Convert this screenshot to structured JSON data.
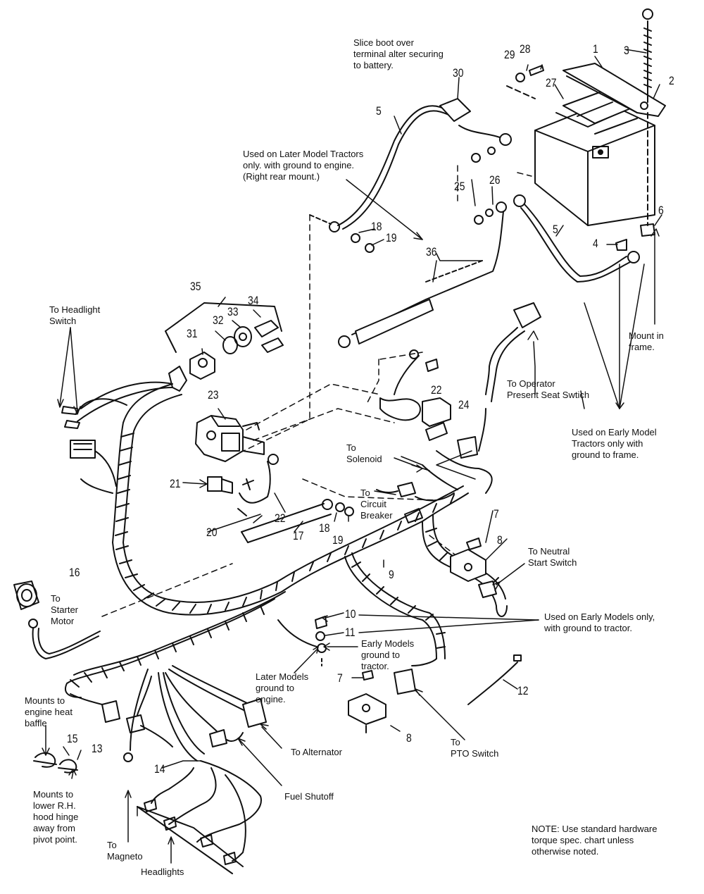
{
  "notes": {
    "slice_boot": "Slice boot over\nterminal alter securing\nto battery.",
    "later_model": "Used on Later Model Tractors\nonly. with ground to engine.\n(Right rear mount.)",
    "to_headlight_switch": "To Headlight\nSwitch",
    "mount_in_frame": "Mount in\nframe.",
    "to_operator_seat": "To Operator\nPresent Seat Swtich",
    "early_model_frame": "Used on Early Model\nTractors only with\nground to frame.",
    "to_solenoid": "To\nSolenoid",
    "to_circuit_breaker": "To\nCircuit\nBreaker",
    "to_neutral": "To Neutral\nStart Switch",
    "to_starter": "To\nStarter\nMotor",
    "early_models_tractor": "Used on Early Models only,\nwith ground to tractor.",
    "early_models_ground": "Early Models\nground to\ntractor.",
    "later_models_ground": "Later Models\nground to\nengine.",
    "mounts_engine_baffle": "Mounts to\nengine heat\nbaffle",
    "to_alternator": "To Alternator",
    "to_pto": "To\nPTO Switch",
    "mounts_hood_hinge": "Mounts to\nlower R.H.\nhood hinge\naway from\npivot point.",
    "fuel_shutoff": "Fuel Shutoff",
    "to_magneto": "To\nMagneto",
    "headlights": "Headlights",
    "torque_note": "NOTE: Use standard hardware\ntorque spec. chart unless\notherwise noted."
  },
  "callouts": [
    "1",
    "2",
    "3",
    "4",
    "5",
    "5",
    "6",
    "7",
    "7",
    "8",
    "8",
    "9",
    "10",
    "11",
    "12",
    "13",
    "14",
    "15",
    "16",
    "17",
    "18",
    "18",
    "19",
    "19",
    "20",
    "21",
    "22",
    "22",
    "23",
    "24",
    "25",
    "26",
    "27",
    "28",
    "29",
    "30",
    "31",
    "32",
    "33",
    "34",
    "35",
    "36"
  ]
}
